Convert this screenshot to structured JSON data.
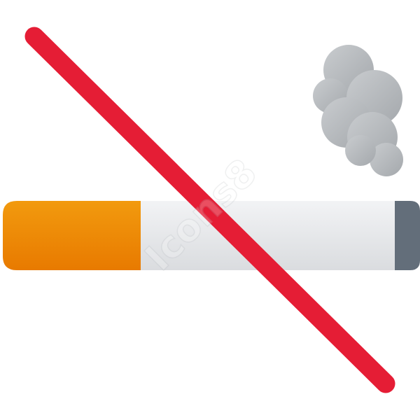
{
  "icon": {
    "name": "no-smoking-icon",
    "parts": [
      "cigarette-filter",
      "cigarette-body",
      "cigarette-ash-tip",
      "smoke-cloud",
      "prohibition-slash"
    ],
    "colors": {
      "filter_light": "#F29A0E",
      "filter_dark": "#E87A00",
      "paper_light": "#F2F3F5",
      "paper_dark": "#DADCDF",
      "ash": "#636E7A",
      "smoke_light": "#C9CCCF",
      "smoke_dark": "#A4A8AC",
      "slash": "#E51D35"
    }
  },
  "watermark": {
    "text": "Icons8"
  }
}
